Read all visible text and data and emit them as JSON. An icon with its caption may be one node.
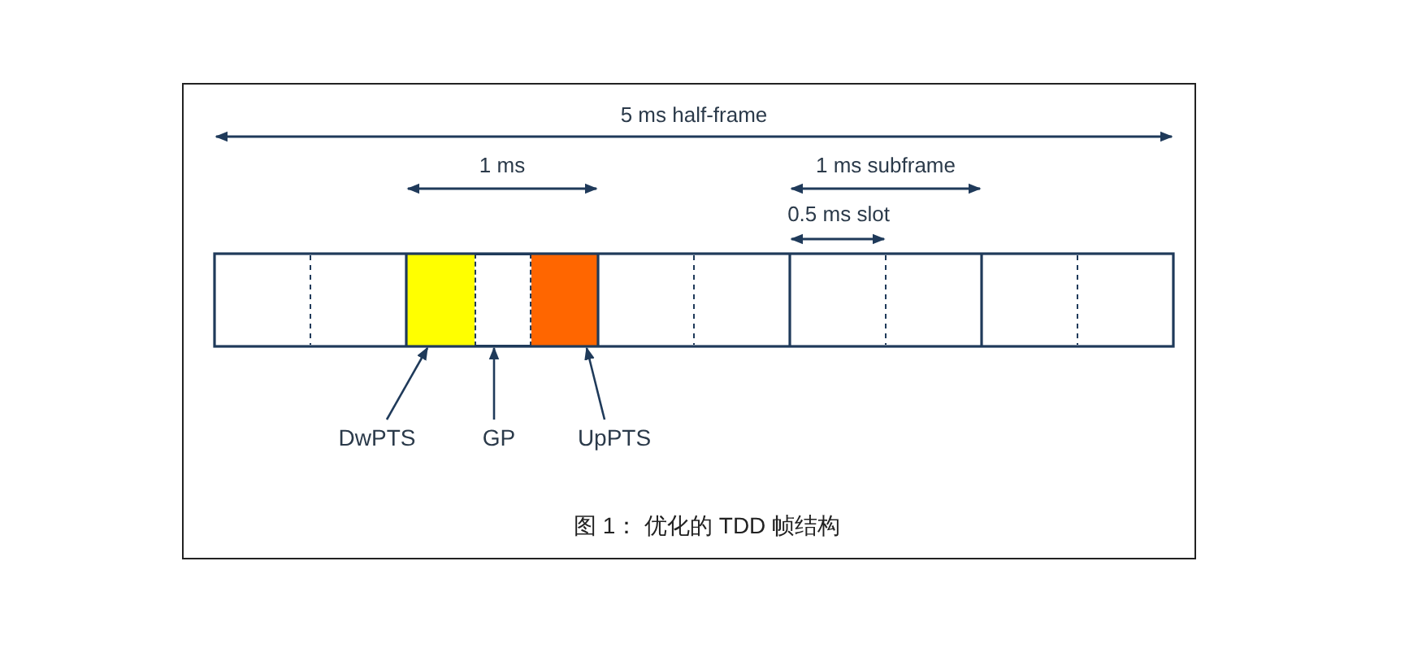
{
  "diagram": {
    "caption": "图 1： 优化的 TDD 帧结构",
    "nodes": [
      {
        "text": [],
        "shape": "box"
      },
      {
        "text": [],
        "shape": "box"
      },
      {
        "text": [],
        "shape": "box"
      },
      {
        "text": [
          "DwPTS"
        ]
      },
      {
        "text": [
          "GP"
        ]
      },
      {
        "text": [
          "UpPTS"
        ]
      }
    ],
    "edges": [
      {
        "from": 3,
        "to": 0,
        "arrow": "to"
      },
      {
        "from": 4,
        "to": 1,
        "arrow": "to"
      },
      {
        "from": 5,
        "to": 2,
        "arrow": "to"
      }
    ],
    "labels": [
      "5 ms half-frame",
      "1 ms",
      "1 ms subframe",
      "0.5 ms slot"
    ]
  }
}
